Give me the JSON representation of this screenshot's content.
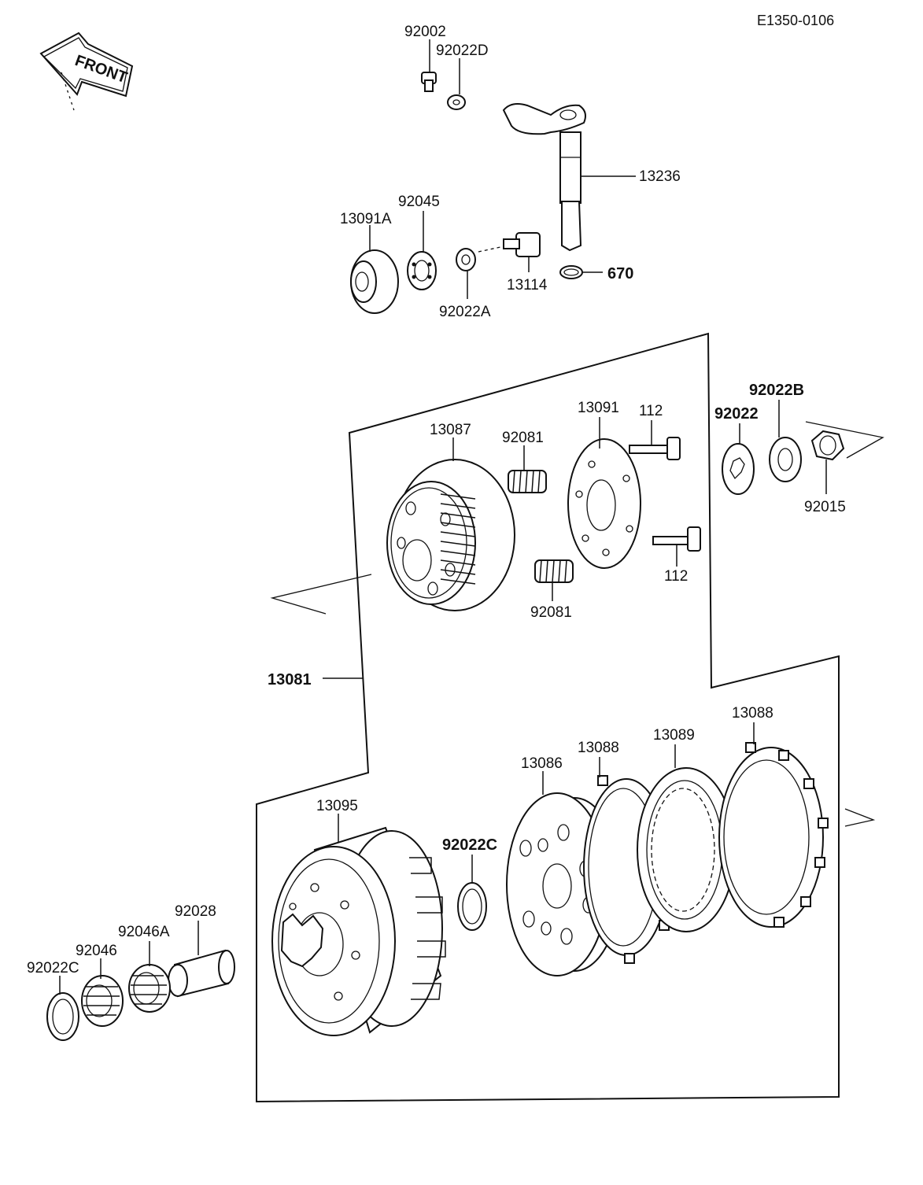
{
  "diagram_code": "E1350-0106",
  "front_label": "FRONT",
  "labels": {
    "p92002": "92002",
    "p92022D": "92022D",
    "p13236": "13236",
    "p92045": "92045",
    "p13091A": "13091A",
    "p92022A": "92022A",
    "p13114": "13114",
    "p670": "670",
    "p13087": "13087",
    "p92081_top": "92081",
    "p92081_bottom": "92081",
    "p13091": "13091",
    "p112_top": "112",
    "p112_bottom": "112",
    "p92022B": "92022B",
    "p92022": "92022",
    "p92015": "92015",
    "p13081": "13081",
    "p13088_left": "13088",
    "p13088_right": "13088",
    "p13089": "13089",
    "p13086": "13086",
    "p13095": "13095",
    "p92022C_mid": "92022C",
    "p92028": "92028",
    "p92046A": "92046A",
    "p92046": "92046",
    "p92022C_left": "92022C"
  }
}
